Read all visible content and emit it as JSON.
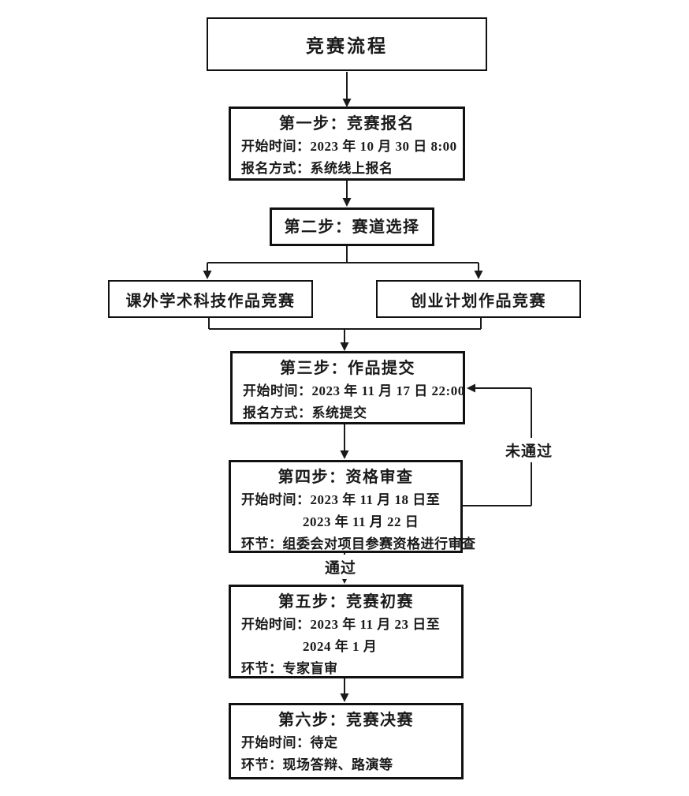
{
  "diagram": {
    "title": "竞赛流程",
    "labels": {
      "pass": "通过",
      "fail": "未通过"
    },
    "nodes": {
      "step1": {
        "title": "第一步：竞赛报名",
        "lines": [
          "开始时间：2023 年 10 月 30 日 8:00",
          "报名方式：系统线上报名"
        ]
      },
      "step2": {
        "title": "第二步：赛道选择"
      },
      "track_left": {
        "title": "课外学术科技作品竞赛"
      },
      "track_right": {
        "title": "创业计划作品竞赛"
      },
      "step3": {
        "title": "第三步：作品提交",
        "lines": [
          "开始时间：2023 年 11 月 17 日 22:00",
          "报名方式：系统提交"
        ]
      },
      "step4": {
        "title": "第四步：资格审查",
        "lines": [
          "开始时间：2023 年 11 月 18 日至",
          "2023 年 11 月 22 日",
          "环节：组委会对项目参赛资格进行审查"
        ]
      },
      "step5": {
        "title": "第五步：竞赛初赛",
        "lines": [
          "开始时间：2023 年 11 月 23 日至",
          "2024 年 1 月",
          "环节：专家盲审"
        ]
      },
      "step6": {
        "title": "第六步：竞赛决赛",
        "lines": [
          "开始时间：待定",
          "环节：现场答辩、路演等"
        ]
      }
    },
    "colors": {
      "line": "#1a1a1a",
      "text": "#1a1a1a",
      "background": "#ffffff"
    }
  }
}
